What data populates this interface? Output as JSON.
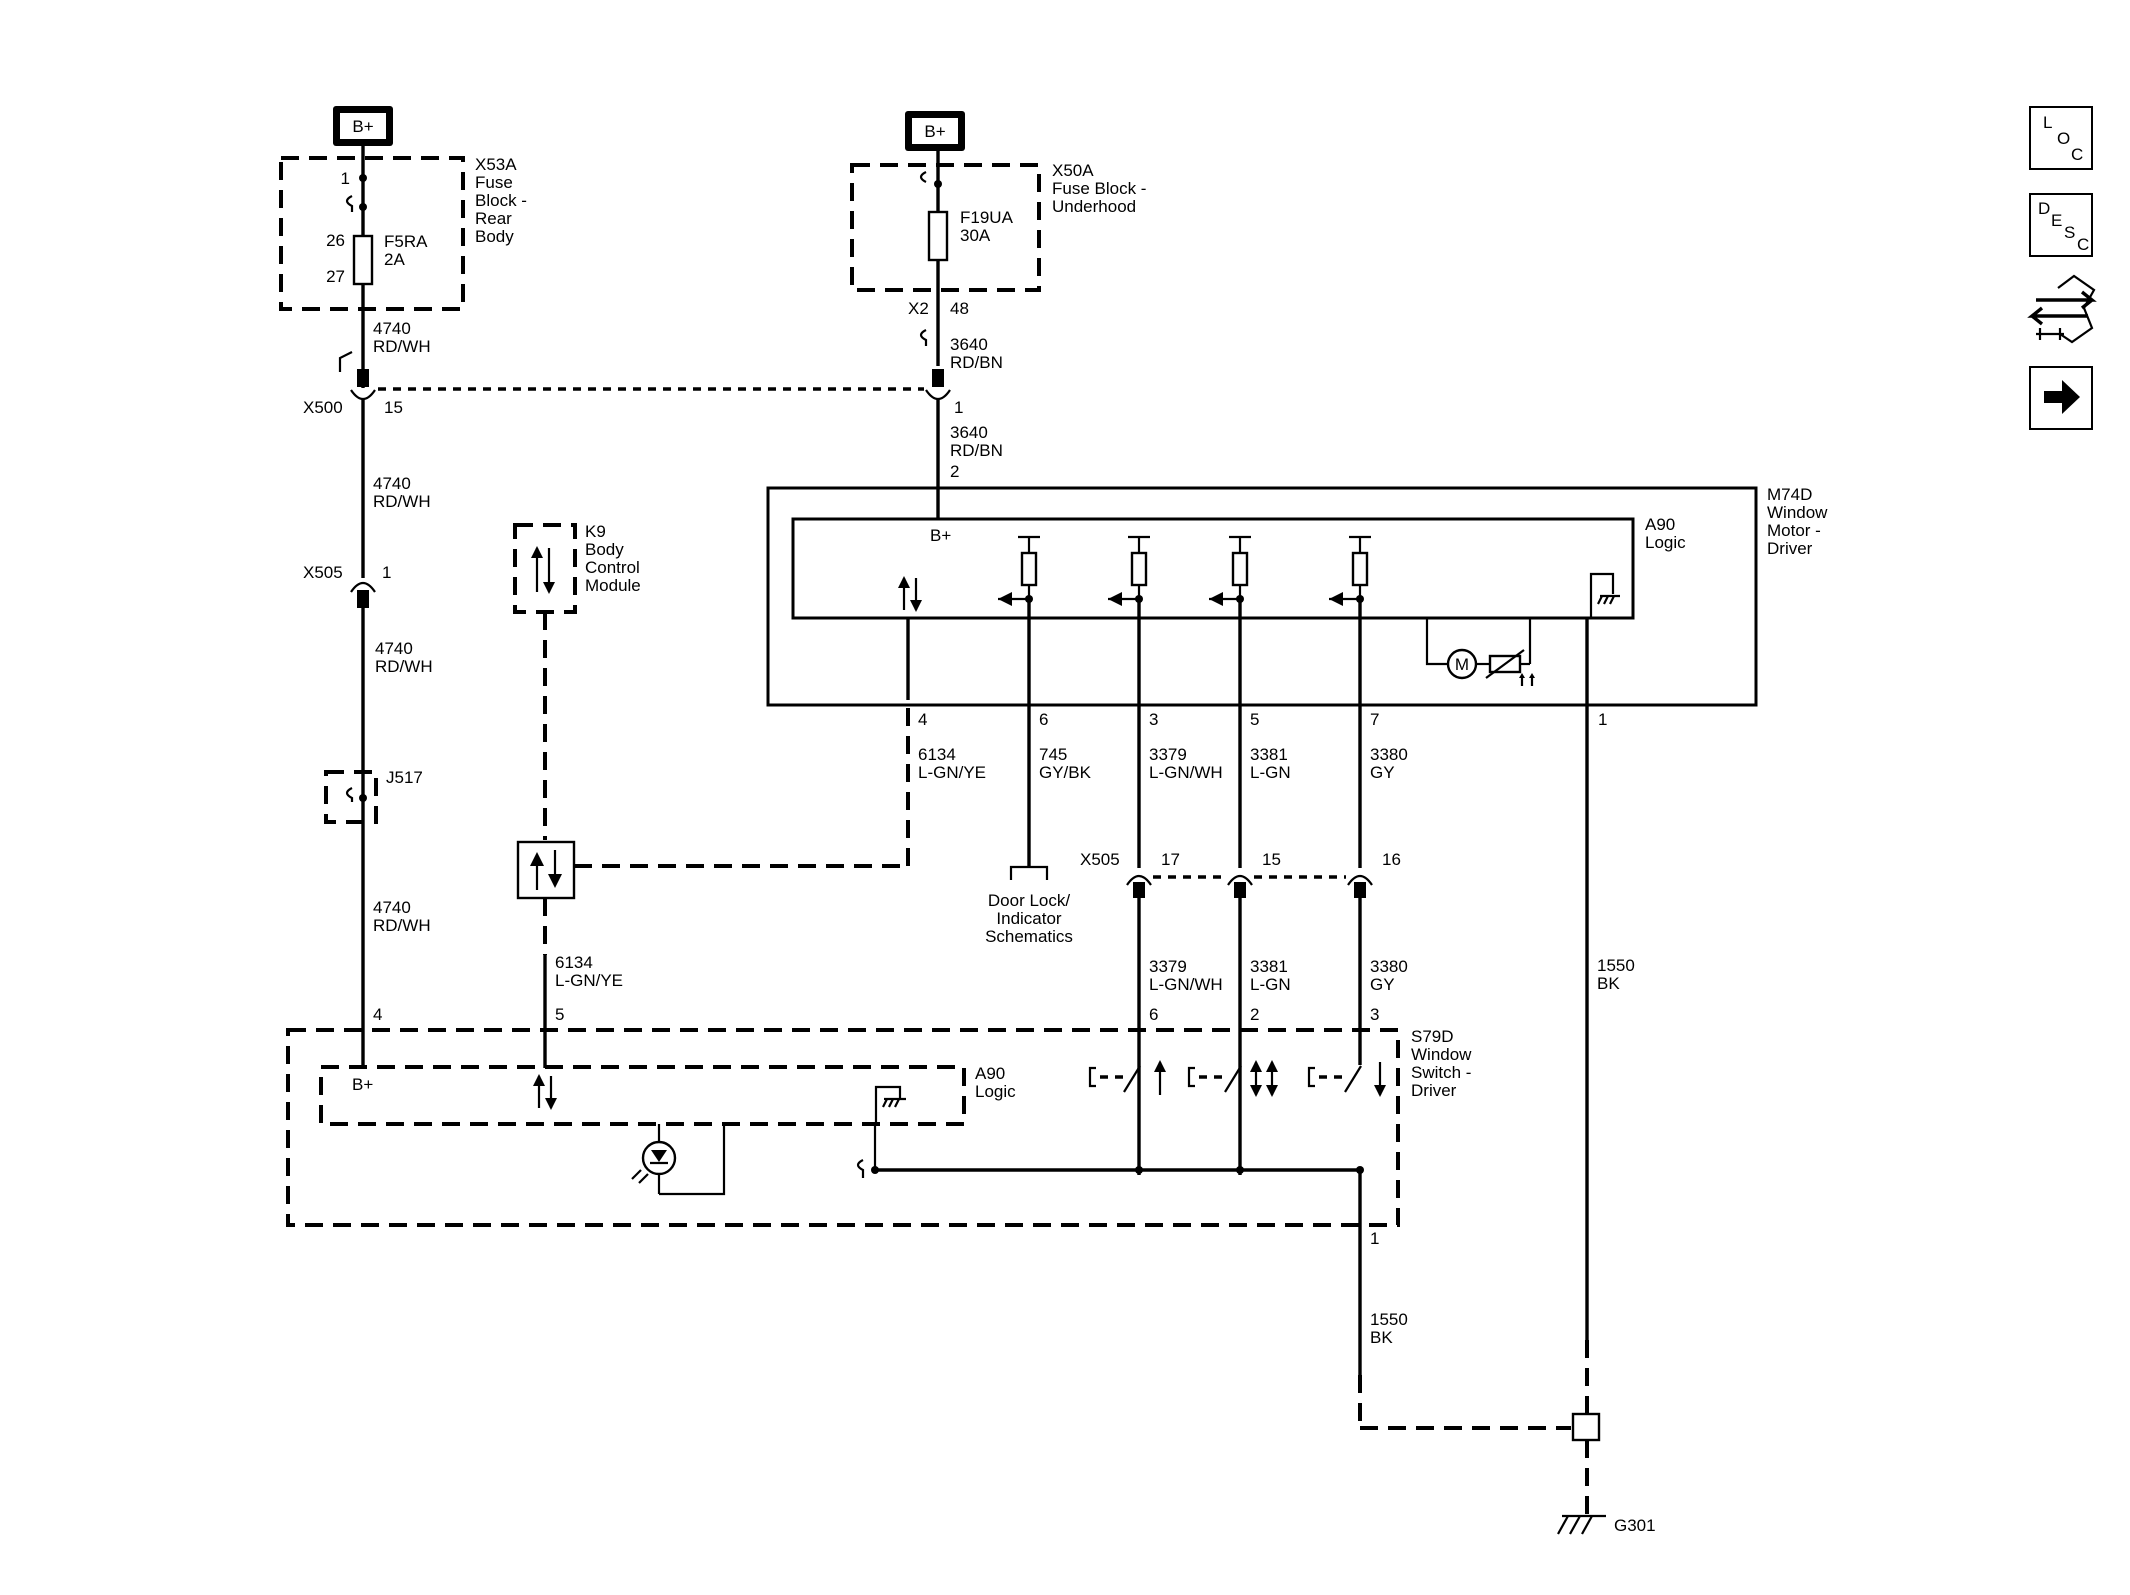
{
  "power": {
    "bplus_left": "B+",
    "bplus_right": "B+"
  },
  "x53a": {
    "ref": "X53A",
    "lines": [
      "Fuse",
      "Block -",
      "Rear",
      "Body"
    ],
    "pin_in": "1",
    "pin_a": "26",
    "pin_b": "27",
    "fuse_name": "F5RA",
    "fuse_rating": "2A"
  },
  "x50a": {
    "ref": "X50A",
    "lines": [
      "Fuse Block -",
      "Underhood"
    ],
    "fuse_name": "F19UA",
    "fuse_rating": "30A",
    "conn_label": "X2",
    "pin_out": "48"
  },
  "wires": {
    "w4740_a": {
      "num": "4740",
      "color": "RD/WH"
    },
    "w4740_b": {
      "num": "4740",
      "color": "RD/WH"
    },
    "w4740_c": {
      "num": "4740",
      "color": "RD/WH"
    },
    "w4740_d": {
      "num": "4740",
      "color": "RD/WH"
    },
    "w3640_a": {
      "num": "3640",
      "color": "RD/BN"
    },
    "w3640_b": {
      "num": "3640",
      "color": "RD/BN"
    },
    "w6134_a": {
      "num": "6134",
      "color": "L-GN/YE"
    },
    "w6134_b": {
      "num": "6134",
      "color": "L-GN/YE"
    },
    "w745": {
      "num": "745",
      "color": "GY/BK"
    },
    "w3379_a": {
      "num": "3379",
      "color": "L-GN/WH"
    },
    "w3381_a": {
      "num": "3381",
      "color": "L-GN"
    },
    "w3380_a": {
      "num": "3380",
      "color": "GY"
    },
    "w3379_b": {
      "num": "3379",
      "color": "L-GN/WH"
    },
    "w3381_b": {
      "num": "3381",
      "color": "L-GN"
    },
    "w3380_b": {
      "num": "3380",
      "color": "GY"
    },
    "w1550_a": {
      "num": "1550",
      "color": "BK"
    },
    "w1550_b": {
      "num": "1550",
      "color": "BK"
    }
  },
  "x500": {
    "ref": "X500",
    "pin_left": "15",
    "pin_right": "1"
  },
  "x505_top": {
    "ref": "X505",
    "pin": "1"
  },
  "x505_mid": {
    "ref": "X505",
    "pin_a": "17",
    "pin_b": "15",
    "pin_c": "16"
  },
  "j517": {
    "ref": "J517"
  },
  "k9": {
    "ref": "K9",
    "lines": [
      "Body",
      "Control",
      "Module"
    ]
  },
  "m74d": {
    "ref": "M74D",
    "lines": [
      "Window",
      "Motor -",
      "Driver"
    ],
    "inner_ref": "A90",
    "inner_label": "Logic",
    "bplus": "B+",
    "pin_top": "2",
    "pins": [
      "4",
      "6",
      "3",
      "5",
      "7",
      "1"
    ],
    "motor": "M"
  },
  "door_lock": {
    "lines": [
      "Door Lock/",
      "Indicator",
      "Schematics"
    ]
  },
  "s79d": {
    "ref": "S79D",
    "lines": [
      "Window",
      "Switch -",
      "Driver"
    ],
    "inner_ref": "A90",
    "inner_label": "Logic",
    "bplus": "B+",
    "pins_top": [
      "4",
      "5",
      "6",
      "2",
      "3"
    ],
    "pin_bottom": "1"
  },
  "ground": {
    "ref": "G301"
  },
  "nav": {
    "loc": [
      "L",
      "O",
      "C"
    ],
    "desc": [
      "D",
      "E",
      "S",
      "C"
    ],
    "tools_icon": "connector-tools-icon",
    "next_icon": "arrow-right-icon"
  }
}
